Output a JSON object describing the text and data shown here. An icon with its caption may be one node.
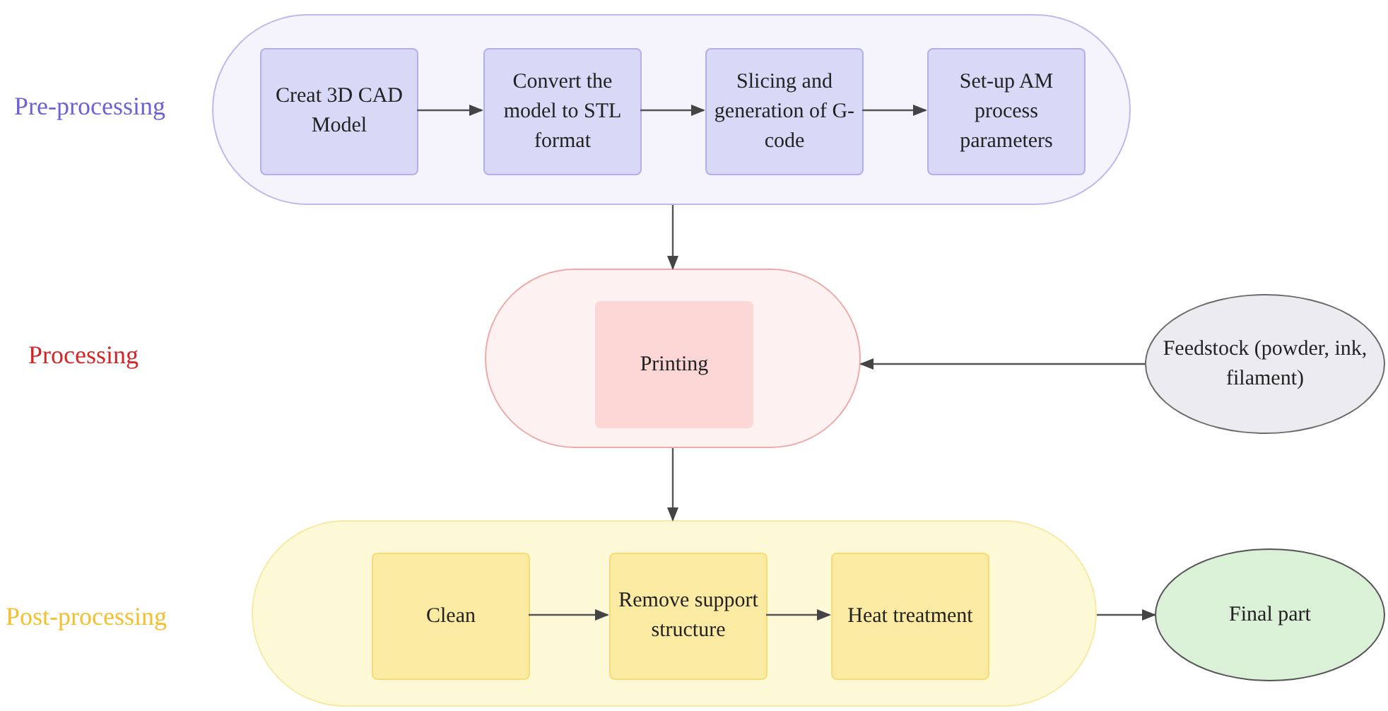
{
  "diagram": {
    "nodes": [
      {
        "text": [],
        "shape": "box"
      },
      {
        "text": [
          "Creat 3D CAD Model"
        ],
        "in": 0
      },
      {
        "text": [
          "Convert the model to STL format"
        ],
        "in": 0
      },
      {
        "text": [
          "Slicing and generation of G-code"
        ],
        "in": 0
      },
      {
        "text": [
          "Set-up AM process parameters"
        ],
        "in": 0
      },
      {
        "text": [],
        "shape": "box"
      },
      {
        "text": [
          "Printing"
        ],
        "in": 5
      },
      {
        "text": [
          "Feedstock (powder, ink, filament)"
        ]
      },
      {
        "text": [],
        "shape": "box"
      },
      {
        "text": [
          "Clean"
        ],
        "in": 8
      },
      {
        "text": [
          "Remove support structure"
        ],
        "in": 8
      },
      {
        "text": [
          "Heat treatment"
        ],
        "in": 8
      },
      {
        "text": [
          "Final part"
        ]
      }
    ],
    "edges": [
      {
        "from": 1,
        "to": 2,
        "arrow": "to"
      },
      {
        "from": 2,
        "to": 3,
        "arrow": "to"
      },
      {
        "from": 3,
        "to": 4,
        "arrow": "to"
      },
      {
        "from": 0,
        "to": 5,
        "arrow": "to"
      },
      {
        "from": 7,
        "to": 5,
        "arrow": "to"
      },
      {
        "from": 5,
        "to": 8,
        "arrow": "to"
      },
      {
        "from": 9,
        "to": 10,
        "arrow": "to"
      },
      {
        "from": 10,
        "to": 11,
        "arrow": "to"
      },
      {
        "from": 8,
        "to": 12,
        "arrow": "to"
      }
    ],
    "labels": [
      "Pre-processing",
      "Processing",
      "Post-processing"
    ]
  }
}
